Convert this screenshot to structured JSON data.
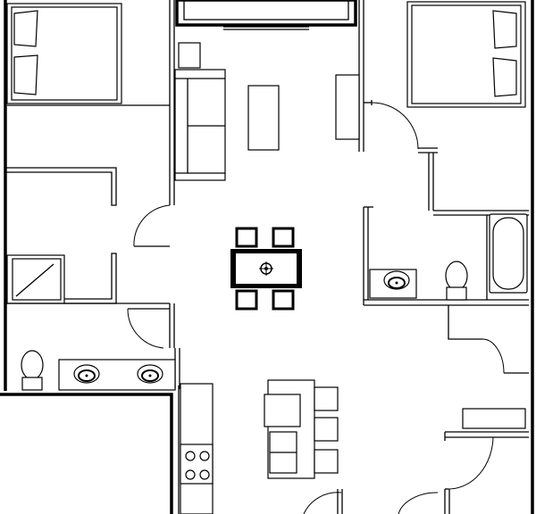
{
  "plan": {
    "rooms": [
      "bedroom-left",
      "bedroom-right",
      "living-room",
      "dining-area",
      "kitchen",
      "bathroom-left",
      "bathroom-right",
      "closet-left",
      "closet-right",
      "entry-hall"
    ],
    "colors": {
      "line": "#000000",
      "background": "#ffffff"
    }
  }
}
